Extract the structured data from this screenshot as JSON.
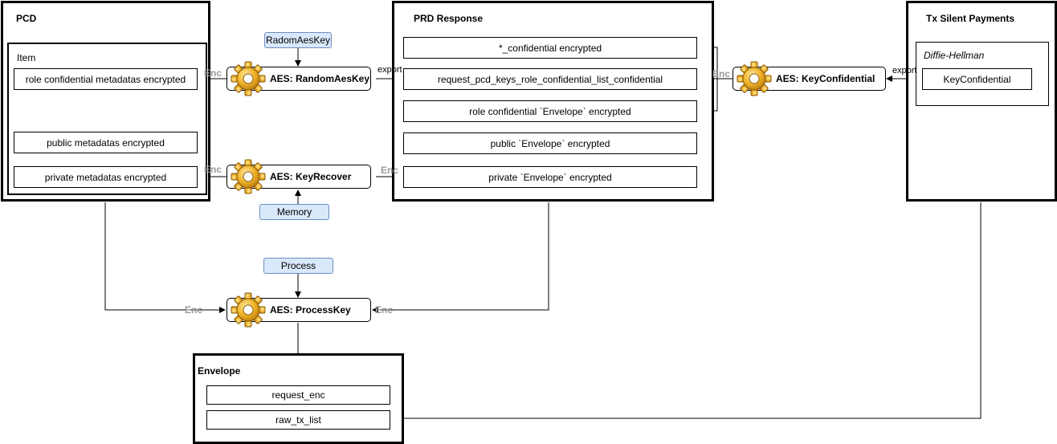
{
  "pcd": {
    "title": "PCD",
    "item": {
      "title": "Item",
      "fields": [
        "role confidential metadatas encrypted",
        "public metadatas encrypted",
        "private metadatas encrypted"
      ]
    }
  },
  "prd": {
    "title": "PRD Response",
    "fields": [
      "*_confidential encrypted",
      "request_pcd_keys_role_confidential_list_confidential",
      "role confidential `Envelope`  encrypted",
      "public `Envelope` encrypted",
      "private `Envelope`  encrypted"
    ]
  },
  "tx": {
    "title": "Tx Silent Payments",
    "dh": {
      "title": "Diffie-Hellman",
      "field": "KeyConfidential"
    }
  },
  "envelope": {
    "title": "Envelope",
    "fields": [
      "request_enc",
      "raw_tx_list"
    ]
  },
  "aes": {
    "random": "AES: RandomAesKey",
    "recover": "AES: KeyRecover",
    "confidential": "AES: KeyConfidential",
    "process": "AES: ProcessKey"
  },
  "sources": {
    "random_key": "RadomAesKey",
    "memory": "Memory",
    "process": "Process"
  },
  "labels": {
    "enc": "Enc",
    "export": "export"
  },
  "colors": {
    "source_fill": "#dae8fc",
    "source_stroke": "#6c8ebf",
    "enc_text": "#9a9a9a"
  },
  "icons": {
    "aes_node": "gear-icon"
  }
}
